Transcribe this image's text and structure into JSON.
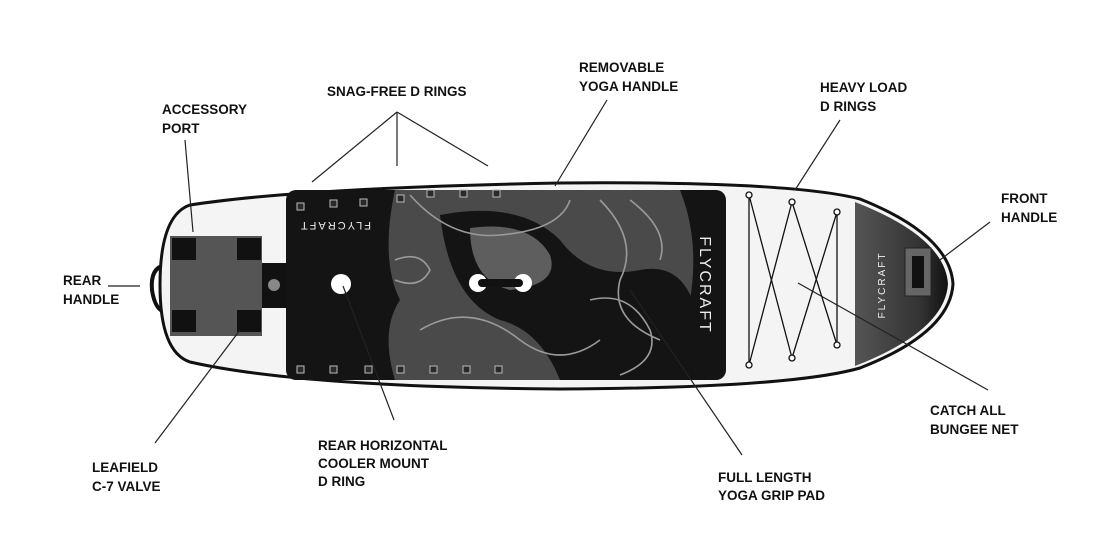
{
  "brand": "FLYCRAFT",
  "colors": {
    "deck": "#141414",
    "topo_mid": "#4a4a4a",
    "topo_light": "#5e5e5e",
    "board": "#f4f4f4",
    "text": "#111111"
  },
  "labels": {
    "accessory_port": [
      "ACCESSORY",
      "PORT"
    ],
    "snag_free": [
      "SNAG-FREE D RINGS"
    ],
    "yoga_handle": [
      "REMOVABLE",
      "YOGA HANDLE"
    ],
    "heavy_load": [
      "HEAVY LOAD",
      "D RINGS"
    ],
    "front_handle": [
      "FRONT",
      "HANDLE"
    ],
    "rear_handle": [
      "REAR",
      "HANDLE"
    ],
    "valve": [
      "LEAFIELD",
      "C-7 VALVE"
    ],
    "cooler_mount": [
      "REAR HORIZONTAL",
      "COOLER MOUNT",
      "D RING"
    ],
    "grip_pad": [
      "FULL LENGTH",
      "YOGA GRIP PAD"
    ],
    "bungee": [
      "CATCH ALL",
      "BUNGEE NET"
    ]
  }
}
